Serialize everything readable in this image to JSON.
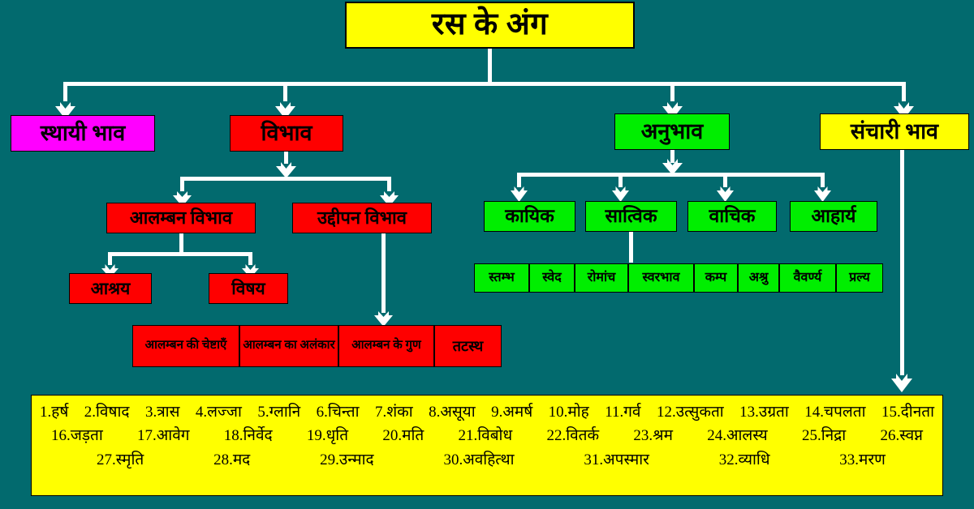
{
  "meta": {
    "background_color": "#026a6e",
    "connector_color": "#ffffff",
    "colors": {
      "yellow": "#ffff00",
      "red": "#fe0000",
      "green": "#00ee00",
      "magenta": "#ff00ff",
      "text": "#000000"
    }
  },
  "title": "रस के अंग",
  "level2": [
    {
      "label": "स्थायी भाव",
      "color": "magenta"
    },
    {
      "label": "विभाव",
      "color": "red"
    },
    {
      "label": "अनुभाव",
      "color": "green"
    },
    {
      "label": "संचारी भाव",
      "color": "yellow"
    }
  ],
  "vibhav_children": [
    {
      "label": "आलम्बन विभाव",
      "color": "red"
    },
    {
      "label": "उद्दीपन विभाव",
      "color": "red"
    }
  ],
  "alamban_children": [
    {
      "label": "आश्रय",
      "color": "red"
    },
    {
      "label": "विषय",
      "color": "red"
    }
  ],
  "uddipan_children": [
    {
      "label": "आलम्बन की चेष्टाएँ",
      "color": "red"
    },
    {
      "label": "आलम्बन का अलंकार",
      "color": "red"
    },
    {
      "label": "आलम्बन के गुण",
      "color": "red"
    },
    {
      "label": "तटस्थ",
      "color": "red"
    }
  ],
  "anubhav_children": [
    {
      "label": "कायिक",
      "color": "green"
    },
    {
      "label": "सात्विक",
      "color": "green"
    },
    {
      "label": "वाचिक",
      "color": "green"
    },
    {
      "label": "आहार्य",
      "color": "green"
    }
  ],
  "satvik_children": [
    {
      "label": "स्तम्भ",
      "color": "green"
    },
    {
      "label": "स्वेद",
      "color": "green"
    },
    {
      "label": "रोमांच",
      "color": "green"
    },
    {
      "label": "स्वरभाव",
      "color": "green"
    },
    {
      "label": "कम्प",
      "color": "green"
    },
    {
      "label": "अश्रु",
      "color": "green"
    },
    {
      "label": "वैवर्ण्य",
      "color": "green"
    },
    {
      "label": "प्रल्य",
      "color": "green"
    }
  ],
  "sanchari_list": {
    "color": "yellow",
    "row1": [
      "1.हर्ष",
      "2.विषाद",
      "3.त्रास",
      "4.लज्जा",
      "5.ग्लानि",
      "6.चिन्ता",
      "7.शंका",
      "8.असूया",
      "9.अमर्ष",
      "10.मोह",
      "11.गर्व",
      "12.उत्सुकता",
      "13.उग्रता",
      "14.चपलता",
      "15.दीनता"
    ],
    "row2": [
      "16.जड़ता",
      "17.आवेग",
      "18.निर्वेद",
      "19.धृति",
      "20.मति",
      "21.विबोध",
      "22.वितर्क",
      "23.श्रम",
      "24.आलस्य",
      "25.निद्रा",
      "26.स्वप्न"
    ],
    "row3": [
      "27.स्मृति",
      "28.मद",
      "29.उन्माद",
      "30.अवहित्था",
      "31.अपस्मार",
      "32.व्याधि",
      "33.मरण"
    ]
  }
}
